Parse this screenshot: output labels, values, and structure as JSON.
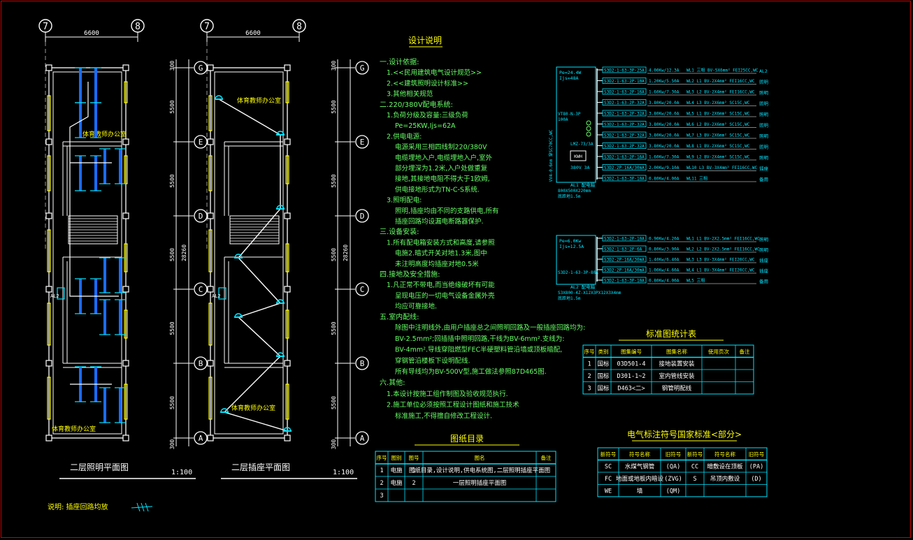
{
  "colors": {
    "background": "#000000",
    "cyan": "#00e5ff",
    "yellow": "#ffff00",
    "white": "#ffffff",
    "green": "#66ff66",
    "blue": "#1a6cff",
    "frame": "#cc0000"
  },
  "plans": {
    "left": {
      "axis_top_left": "7",
      "axis_top_right": "8",
      "top_dim": "6600",
      "title": "二层照明平面图",
      "scale": "1:100",
      "office_top": "体育教师办公室",
      "office_bottom": "体育教师办公室",
      "panel": "AL2"
    },
    "right": {
      "axis_top_left": "7",
      "axis_top_right": "8",
      "top_dim": "6600",
      "title": "二层插座平面图",
      "scale": "1:100",
      "office_top": "体育教师办公室",
      "office_bottom": "体育教师办公室",
      "panel": "AL2"
    },
    "grid_labels": [
      "G",
      "E",
      "D",
      "C",
      "B",
      "A"
    ],
    "side_dims": [
      "300",
      "5500",
      "5500",
      "5500",
      "5500",
      "5500",
      "300"
    ],
    "total_dim": "28260"
  },
  "footnote": "说明: 插座回路均放",
  "design_notes": {
    "title": "设计说明",
    "lines": [
      "一.设计依据:",
      "1.<<民用建筑电气设计规范>>",
      "2.<<建筑照明设计标准>>",
      "3.其他相关规范",
      "二.220/380V配电系统:",
      "1.负荷分级及容量:三级负荷",
      "Pe=25KW,Ijs=62A",
      "2.供电电源:",
      "电源采用三相四线制220/380V",
      "电缆埋地入户,电缆埋地入户,室外",
      "部分埋深为1.2米,入户处做重复",
      "接地,其接地电阻不得大于1欧姆,",
      "供电接地形式为TN-C-S系统.",
      "3.照明配电:",
      "照明,插座均由不同的支路供电,所有",
      "插座回路均设漏电断路器保护.",
      "三.设备安装:",
      "1.所有配电箱安装方式和高度,请参照",
      "电施2.暗式开关对地1.3米,图中",
      "未注明高度均插座对地0.5米",
      "四.接地及安全措施:",
      "1.凡正常不带电,而当绝缘破坏有可能",
      "呈现电压的一切电气设备金属外壳",
      "均应可靠接地.",
      "五.室内配线:",
      "除图中注明线外,由用户插座总之间照明回路及一般插座回路均为:",
      "BV-2.5mm²;回插插中照明回路,干线为BV-6mm².支线为:",
      "BV-4mm².导线穿阻燃型FEC半硬塑料管沿墙或顶板暗配,",
      "穿钢管沿楼板下设明配线.",
      "所有导线均为BV-500V型,施工做法参照87D465图.",
      "六.其他:",
      "1.本设计按施工组作制图及验收规范执行.",
      "2.施工单位必须按照工程设计图纸和施工技术",
      "标准施工,不得擅自修改工程设计."
    ]
  },
  "panel_al1": {
    "info": [
      "Pe=24.4W",
      "Ijs=48A"
    ],
    "breaker": "VT80-N-3P",
    "breaker_rating": "100A",
    "meter": "LMZ-73/3A",
    "meter_label": "KWH",
    "meter_rating": "380V 3A",
    "box_label": "AL1 配电箱",
    "box_size": "800X500X220mm",
    "box_mount": "底距地1.5m",
    "incoming": "VV4-0.6mm 穿SC70CC,WC",
    "circuits": [
      {
        "breaker": "S3D2-1-63-3P-25A",
        "load": "4.00Kw/12.3A",
        "line": "WL1 三相 BV-5X6mm² FEI25CC,WC",
        "dest": "AL2"
      },
      {
        "breaker": "S3D2-1-63-2P-10A",
        "load": "1.20Kw/5.50A",
        "line": "WL2 L1 BV-2X4mm² FEI16CC,WC",
        "dest": "照明"
      },
      {
        "breaker": "S3D2-1-63-2P-16A",
        "load": "1.60Kw/7.30A",
        "line": "WL3 L2 BV-2X4mm² FEI16CC,WC",
        "dest": "照明"
      },
      {
        "breaker": "S3D2-1-63-2P-32A",
        "load": "3.80Kw/20.0A",
        "line": "WL4 L3 BV-2X6mm² SC15C,WC",
        "dest": "照明"
      },
      {
        "breaker": "S3D2-1-63-2P-32A",
        "load": "3.80Kw/20.0A",
        "line": "WL5 L1 BV-2X6mm² SC15C,WC",
        "dest": "照明"
      },
      {
        "breaker": "S3D2-1-63-2P-32A",
        "load": "3.80Kw/20.0A",
        "line": "WL6 L2 BV-2X6mm² SC15C,WC",
        "dest": "照明"
      },
      {
        "breaker": "S3D2-1-63-2P-32A",
        "load": "3.80Kw/20.0A",
        "line": "WL7 L3 BV-2X6mm² SC15C,WC",
        "dest": "照明"
      },
      {
        "breaker": "S3D2-1-63-2P-32A",
        "load": "3.80Kw/20.0A",
        "line": "WL8 L1 BV-2X6mm² SC15C,WC",
        "dest": "照明"
      },
      {
        "breaker": "S3D2-1-63-2P-16A",
        "load": "1.60Kw/7.30A",
        "line": "WL9 L2 BV-2X4mm² SC15C,WC",
        "dest": "照明"
      },
      {
        "breaker": "S3D2-2P-16A/30mA",
        "load": "2.00Kw/9.10A",
        "line": "WL10 L3 BV-3X4mm² FEI16CC,WC",
        "dest": "插座"
      },
      {
        "breaker": "S3D2-1-63-3P-10A",
        "load": "0.80Kw/4.00A",
        "line": "WL11 三相",
        "dest": "备用"
      }
    ]
  },
  "panel_al2": {
    "info": [
      "Pe=6.0Kw",
      "Ijs=12.5A"
    ],
    "breaker": "S3D2-1-63-3P-80A",
    "box_label": "AL2 配电箱",
    "box_size": "S3X800-4Z-X12X3PX12X3X4mm",
    "box_mount": "底距地1.5m",
    "circuits": [
      {
        "breaker": "S3D2-1-63-2P-10A",
        "load": "0.90Kw/4.20A",
        "line": "WL1 L1 BV-2X2.5mm² FEI16CC,WC",
        "dest": "照明"
      },
      {
        "breaker": "S3D2-1-63-2P-6A",
        "load": "0.80Kw/3.90A",
        "line": "WL2 L2 BV-2X2.5mm² FEI16CC,WC",
        "dest": "照明"
      },
      {
        "breaker": "S3D2-2P-16A/30mA",
        "load": "1.40Kw/6.40A",
        "line": "WL3 L3 BV-3X4mm² FEI20CC,WC",
        "dest": "插座"
      },
      {
        "breaker": "S3D2-2P-16A/30mA",
        "load": "1.00Kw/4.60A",
        "line": "WL4 L1 BV-3X4mm² FEI20CC,WC",
        "dest": "插座"
      },
      {
        "breaker": "S3D2-1-63-3P-10A",
        "load": "0.80Kw/4.00A",
        "line": "WL5 三相",
        "dest": "备用"
      }
    ]
  },
  "std_table": {
    "title": "标准图统计表",
    "headers": [
      "序号",
      "类别",
      "图集编号",
      "图集名称",
      "使用页次",
      "备注"
    ],
    "rows": [
      [
        "1",
        "国标",
        "03D501-4",
        "接地装置安装",
        "",
        ""
      ],
      [
        "2",
        "国标",
        "D301-1~2",
        "室内管线安装",
        "",
        ""
      ],
      [
        "3",
        "国标",
        "D463<二>",
        "钢管明配线",
        "",
        ""
      ]
    ]
  },
  "drawing_list": {
    "title": "图纸目录",
    "headers": [
      "序号",
      "图别",
      "图号",
      "图名",
      "备注"
    ],
    "rows": [
      [
        "1",
        "电施",
        "1",
        "图纸目录,设计说明,供电系统图,二层照明插座平面图",
        ""
      ],
      [
        "2",
        "电施",
        "2",
        "一层照明插座平面图",
        ""
      ],
      [
        "3",
        "",
        "",
        "",
        ""
      ]
    ]
  },
  "symbol_table": {
    "title": "电气标注符号国家标准<部分>",
    "headers": [
      "新符号",
      "符号名称",
      "旧符号",
      "新符号",
      "符号名称",
      "旧符号"
    ],
    "rows": [
      [
        "SC",
        "水煤气钢管",
        "(QA)",
        "CC",
        "暗敷设在顶板",
        "(PA)"
      ],
      [
        "FC",
        "地面或地板内暗设",
        "(ZVG)",
        "S",
        "吊顶内敷设",
        "(D)"
      ],
      [
        "WE",
        "墙",
        "(QM)",
        "",
        "",
        ""
      ]
    ]
  }
}
